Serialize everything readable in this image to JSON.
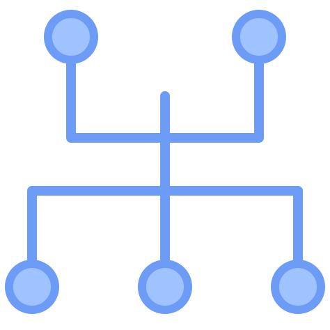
{
  "icon": {
    "name": "hierarchy-network-icon",
    "colors": {
      "stroke": "#6c9cf6",
      "node_fill": "#9fc3ff",
      "background": "#ffffff"
    },
    "nodes": {
      "top": [
        "top-left-node",
        "top-right-node"
      ],
      "bottom": [
        "bottom-left-node",
        "bottom-center-node",
        "bottom-right-node"
      ]
    }
  }
}
